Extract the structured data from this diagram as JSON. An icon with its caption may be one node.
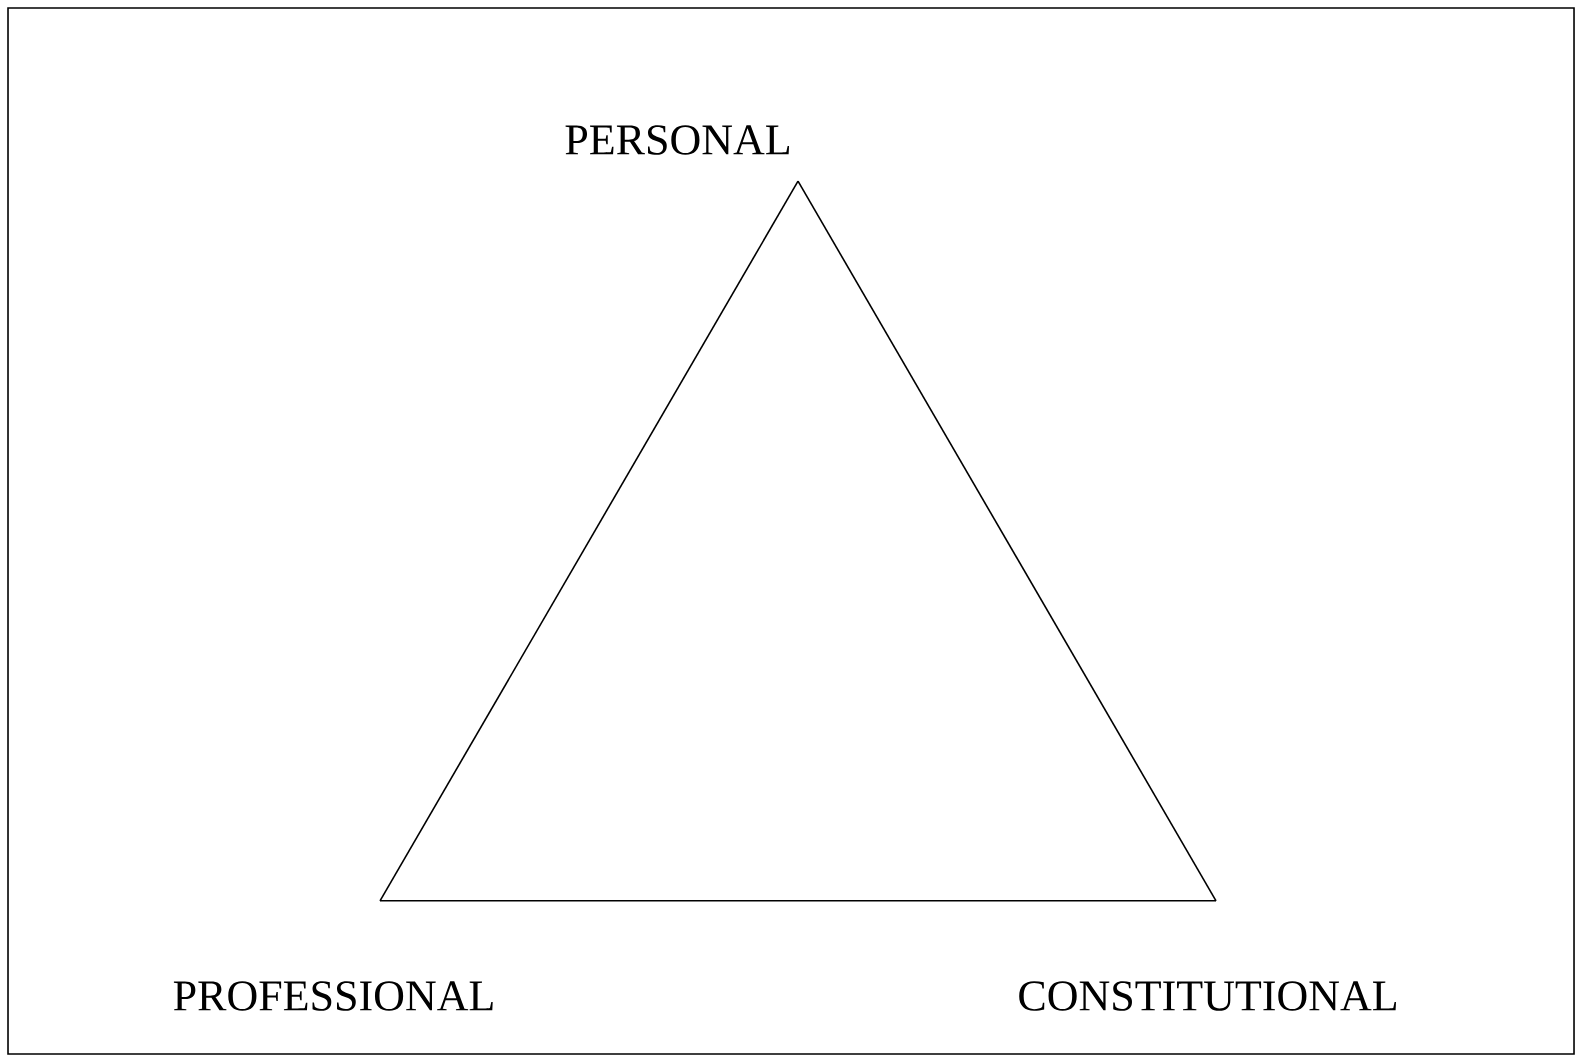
{
  "diagram": {
    "nodes": [
      {
        "text": [
          "PERSONAL"
        ]
      },
      {
        "text": [
          "PROFESSIONAL"
        ]
      },
      {
        "text": [
          "CONSTITUTIONAL"
        ]
      }
    ],
    "edges": [
      {
        "from": 0,
        "to": 1,
        "arrow": "none"
      },
      {
        "from": 1,
        "to": 2,
        "arrow": "none"
      },
      {
        "from": 2,
        "to": 0,
        "arrow": "none"
      }
    ]
  }
}
